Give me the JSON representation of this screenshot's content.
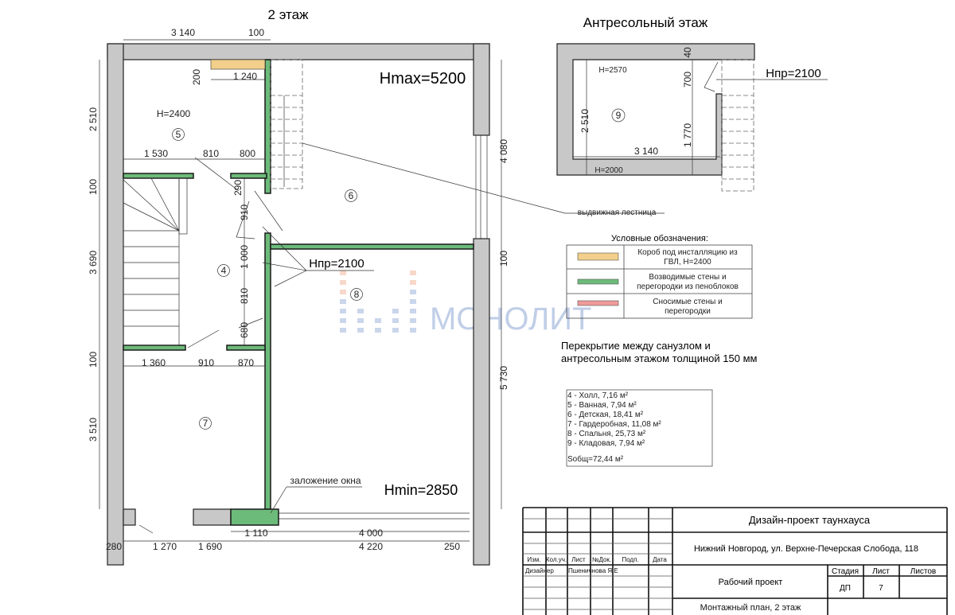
{
  "titles": {
    "floor2": "2 этаж",
    "mezzanine": "Антресольный этаж"
  },
  "floor2": {
    "hmax": "Hmax=5200",
    "hmin": "Hmin=2850",
    "hnp": "Hпр=2100",
    "h_bath": "H=2400",
    "window_fill": "заложение окна",
    "rooms": [
      "4",
      "5",
      "6",
      "7",
      "8"
    ],
    "dims": [
      "3 140",
      "100",
      "200",
      "1 240",
      "2 510",
      "1 530",
      "810",
      "800",
      "100",
      "290",
      "910",
      "1 000",
      "810",
      "680",
      "3 690",
      "1 360",
      "910",
      "870",
      "100",
      "3 510",
      "4 080",
      "100",
      "5 730",
      "280",
      "1 270",
      "1 690",
      "1 110",
      "4 000",
      "4 220",
      "250"
    ]
  },
  "mezzanine": {
    "room": "9",
    "h_top": "H=2570",
    "h_bottom": "H=2000",
    "hnp": "Hпр=2100",
    "dims": [
      "40",
      "700",
      "2 510",
      "1 770",
      "3 140"
    ],
    "stair_label": "выдвижная лестница"
  },
  "legend": {
    "title": "Условные обозначения:",
    "items": [
      {
        "label1": "Короб под инсталляцию из",
        "label2": "ГВЛ, Н=2400",
        "color": "#f2cf8a"
      },
      {
        "label1": "Возводимые стены и",
        "label2": "перегородки из пеноблоков",
        "color": "#6dbb7a"
      },
      {
        "label1": "Сносимые стены и",
        "label2": "перегородки",
        "color": "#f09a9a"
      }
    ]
  },
  "note": {
    "line1": "Перекрытие между санузлом и",
    "line2": "антресольным этажом толщиной 150 мм"
  },
  "areas": {
    "items": [
      "4 - Холл, 7,16 м²",
      "5 - Ванная, 7,94 м²",
      "6 - Детская, 18,41 м²",
      "7 - Гардеробная, 11,08 м²",
      "8 - Спальня, 25,73 м²",
      "9 - Кладовая, 7,94 м²"
    ],
    "total": "Sобщ=72,44 м²"
  },
  "watermark": "МОНОЛИТ",
  "title_block": {
    "project": "Дизайн-проект таунхауса",
    "address": "Нижний Новгород, ул. Верхне-Печерская Слобода, 118",
    "headers": [
      "Изм.",
      "Кол.уч.",
      "Лист",
      "№Док.",
      "Подп.",
      "Дата"
    ],
    "role": "Дизайнер",
    "name": "Пшеничнова Я.Е",
    "stage_title": "Рабочий проект",
    "stage_label": "Стадия",
    "sheet_label": "Лист",
    "sheets_label": "Листов",
    "stage": "ДП",
    "sheet": "7",
    "drawing": "Монтажный план, 2 этаж"
  }
}
